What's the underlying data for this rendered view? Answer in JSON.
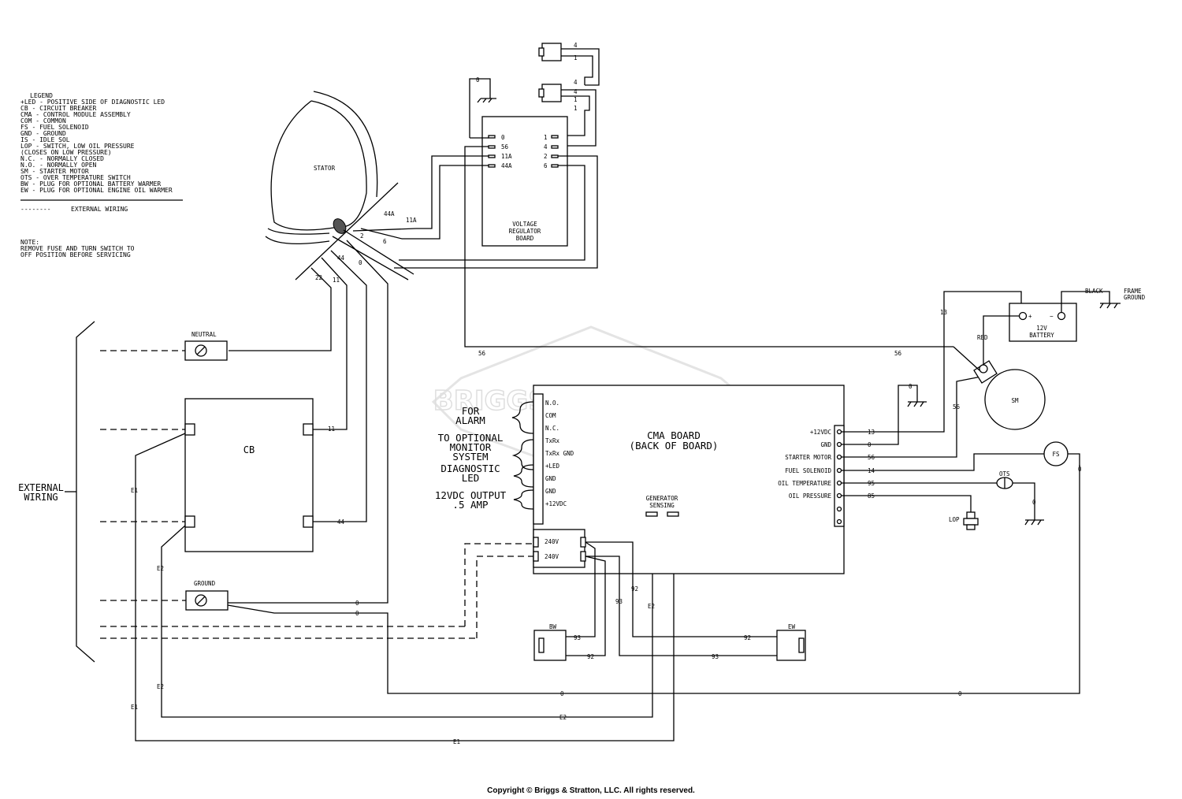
{
  "legend": {
    "title": "LEGEND",
    "entries": [
      "+LED - POSITIVE SIDE OF DIAGNOSTIC LED",
      "CB   - CIRCUIT BREAKER",
      "CMA  - CONTROL MODULE ASSEMBLY",
      "COM  - COMMON",
      "FS   - FUEL SOLENOID",
      "GND  - GROUND",
      "IS   - IDLE SOL",
      "LOP  - SWITCH, LOW OIL PRESSURE",
      "       (CLOSES ON LOW PRESSURE)",
      "N.C. - NORMALLY CLOSED",
      "N.O. - NORMALLY OPEN",
      "SM   - STARTER MOTOR",
      "OTS  - OVER TEMPERATURE SWITCH",
      "BW   - PLUG FOR OPTIONAL BATTERY WARMER",
      "EW   - PLUG FOR OPTIONAL ENGINE OIL WARMER"
    ],
    "dash_sample": "--------",
    "external_wiring_note": "EXTERNAL WIRING"
  },
  "note": {
    "title": "NOTE:",
    "lines": [
      "REMOVE FUSE AND TURN SWITCH TO",
      "OFF POSITION BEFORE SERVICING"
    ]
  },
  "watermark": "BRIGGS & STRATTON",
  "components": {
    "stator": "STATOR",
    "voltage_regulator": [
      "VOLTAGE",
      "REGULATOR",
      "BOARD"
    ],
    "cb": "CB",
    "neutral": "NEUTRAL",
    "ground": "GROUND",
    "external_wiring": [
      "EXTERNAL",
      "WIRING"
    ],
    "cma_board": [
      "CMA BOARD",
      "(BACK OF BOARD)"
    ],
    "battery": [
      "12V",
      "BATTERY"
    ],
    "battery_plus": "+",
    "battery_minus": "−",
    "black": "BLACK",
    "red": "RED",
    "frame_ground": [
      "FRAME",
      "GROUND"
    ],
    "sm": "SM",
    "fs": "FS",
    "ots": "OTS",
    "lop": "LOP",
    "bw": "BW",
    "ew": "EW",
    "generator_sensing": [
      "GENERATOR",
      "SENSING"
    ]
  },
  "vr_terminals_left": [
    "0",
    "56",
    "11A",
    "44A"
  ],
  "vr_terminals_right": [
    "1",
    "4",
    "2",
    "6"
  ],
  "cma_left_terminals": [
    "N.O.",
    "COM",
    "N.C.",
    "TxRx",
    "TxRx GND",
    "+LED",
    "GND",
    "GND",
    "+12VDC"
  ],
  "cma_left_groups": [
    [
      "FOR",
      "ALARM"
    ],
    [
      "TO OPTIONAL",
      "MONITOR",
      "SYSTEM"
    ],
    [
      "DIAGNOSTIC",
      "LED"
    ],
    [
      "12VDC OUTPUT",
      ".5 AMP"
    ]
  ],
  "cma_right_terminals": [
    {
      "label": "+12VDC",
      "wire": "13"
    },
    {
      "label": "GND",
      "wire": "0"
    },
    {
      "label": "STARTER MOTOR",
      "wire": "56"
    },
    {
      "label": "FUEL SOLENOID",
      "wire": "14"
    },
    {
      "label": "OIL TEMPERATURE",
      "wire": "95"
    },
    {
      "label": "OIL PRESSURE",
      "wire": "85"
    }
  ],
  "cma_240v": [
    "240V",
    "240V"
  ],
  "wires": {
    "w0": "0",
    "w1": "1",
    "w2": "2",
    "w4": "4",
    "w6": "6",
    "w11": "11",
    "w11a": "11A",
    "w13": "13",
    "w22": "22",
    "w44": "44",
    "w44a": "44A",
    "w56": "56",
    "w92": "92",
    "w93": "93",
    "e1": "E1",
    "e2": "E2"
  },
  "copyright": "Copyright © Briggs & Stratton, LLC. All rights reserved."
}
